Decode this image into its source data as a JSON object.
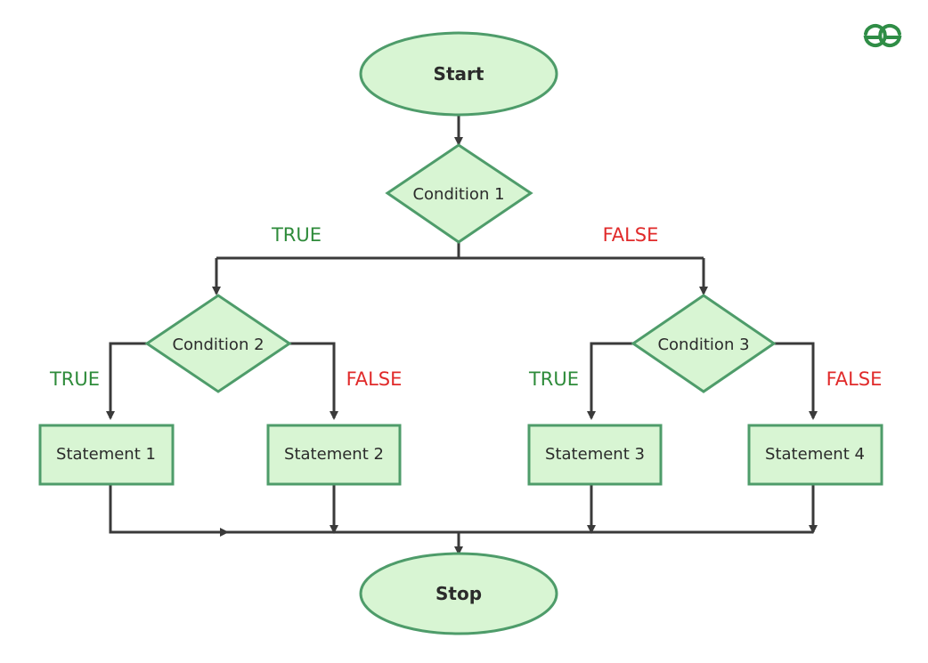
{
  "logo": {
    "text": "GG"
  },
  "colors": {
    "node_fill": "#d8f5d3",
    "node_stroke": "#4e9c6a",
    "line": "#3a3a3a",
    "true_label": "#2e8b3a",
    "false_label": "#e02a2a",
    "logo": "#2f8d46"
  },
  "nodes": {
    "start": "Start",
    "condition1": "Condition 1",
    "condition2": "Condition 2",
    "condition3": "Condition 3",
    "statement1": "Statement 1",
    "statement2": "Statement 2",
    "statement3": "Statement 3",
    "statement4": "Statement 4",
    "stop": "Stop"
  },
  "labels": {
    "c1_true": "TRUE",
    "c1_false": "FALSE",
    "c2_true": "TRUE",
    "c2_false": "FALSE",
    "c3_true": "TRUE",
    "c3_false": "FALSE"
  }
}
